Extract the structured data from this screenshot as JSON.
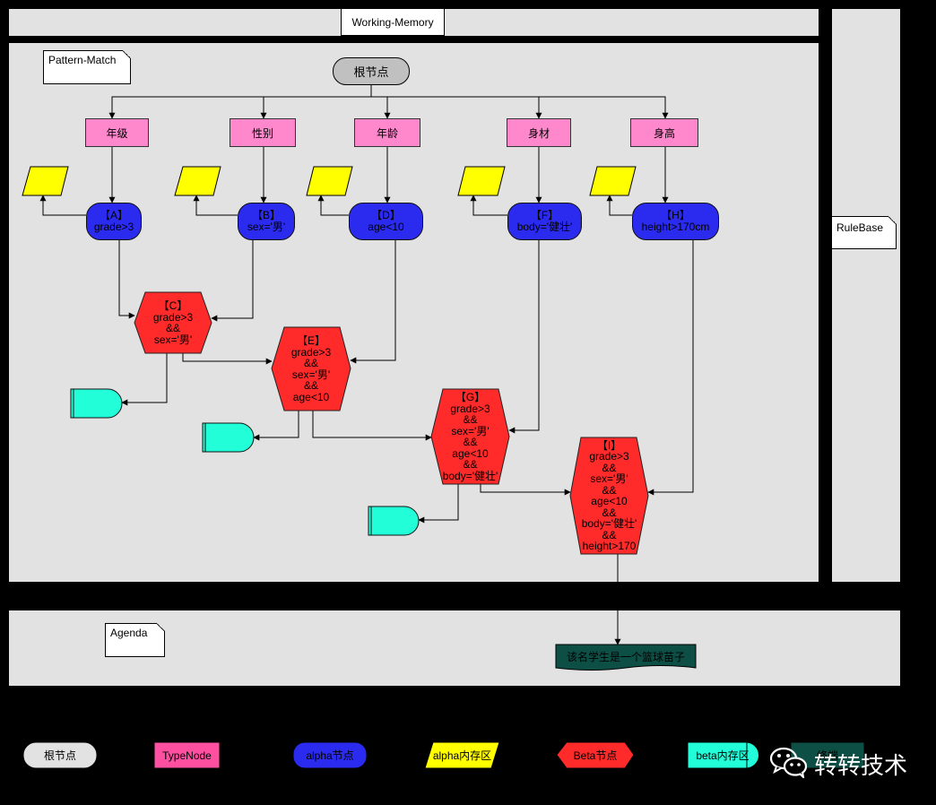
{
  "working_memory": {
    "label": "Working-Memory"
  },
  "rule_base": {
    "label": "RuleBase"
  },
  "pattern_match": {
    "label": "Pattern-Match"
  },
  "agenda": {
    "label": "Agenda",
    "action": "该名学生是一个篮球苗子"
  },
  "root": {
    "label": "根节点"
  },
  "type_nodes": [
    "年级",
    "性别",
    "年龄",
    "身材",
    "身高"
  ],
  "alpha_nodes": [
    {
      "id": "【A】",
      "cond": "grade>3"
    },
    {
      "id": "【B】",
      "cond": "sex='男'"
    },
    {
      "id": "【D】",
      "cond": "age<10"
    },
    {
      "id": "【F】",
      "cond": "body='健壮'"
    },
    {
      "id": "【H】",
      "cond": "height>170cm"
    }
  ],
  "beta_nodes": [
    {
      "id": "【C】",
      "lines": [
        "grade>3",
        "&&",
        "sex='男'"
      ]
    },
    {
      "id": "【E】",
      "lines": [
        "grade>3",
        "&&",
        "sex='男'",
        "&&",
        "age<10"
      ]
    },
    {
      "id": "【G】",
      "lines": [
        "grade>3",
        "&&",
        "sex='男'",
        "&&",
        "age<10",
        "&&",
        "body='健壮'"
      ]
    },
    {
      "id": "【I】",
      "lines": [
        "grade>3",
        "&&",
        "sex='男'",
        "&&",
        "age<10",
        "&&",
        "body='健壮'",
        "&&",
        "height>170"
      ]
    }
  ],
  "legend": {
    "root": "根节点",
    "type_node": "TypeNode",
    "alpha_node": "alpha节点",
    "alpha_memory": "alpha内存区",
    "beta_node": "Beta节点",
    "beta_memory": "beta内存区",
    "terminal": "终端"
  },
  "watermark": {
    "text": "转转技术",
    "icon": "wechat-icon"
  },
  "colors": {
    "panel": "#e2e2e2",
    "type_node": "#ff88cc",
    "alpha_node": "#2b2bf0",
    "alpha_memory": "#ffff00",
    "beta_node": "#ff2a2a",
    "beta_memory": "#22ffd8",
    "agenda_action": "#0e4f45"
  }
}
